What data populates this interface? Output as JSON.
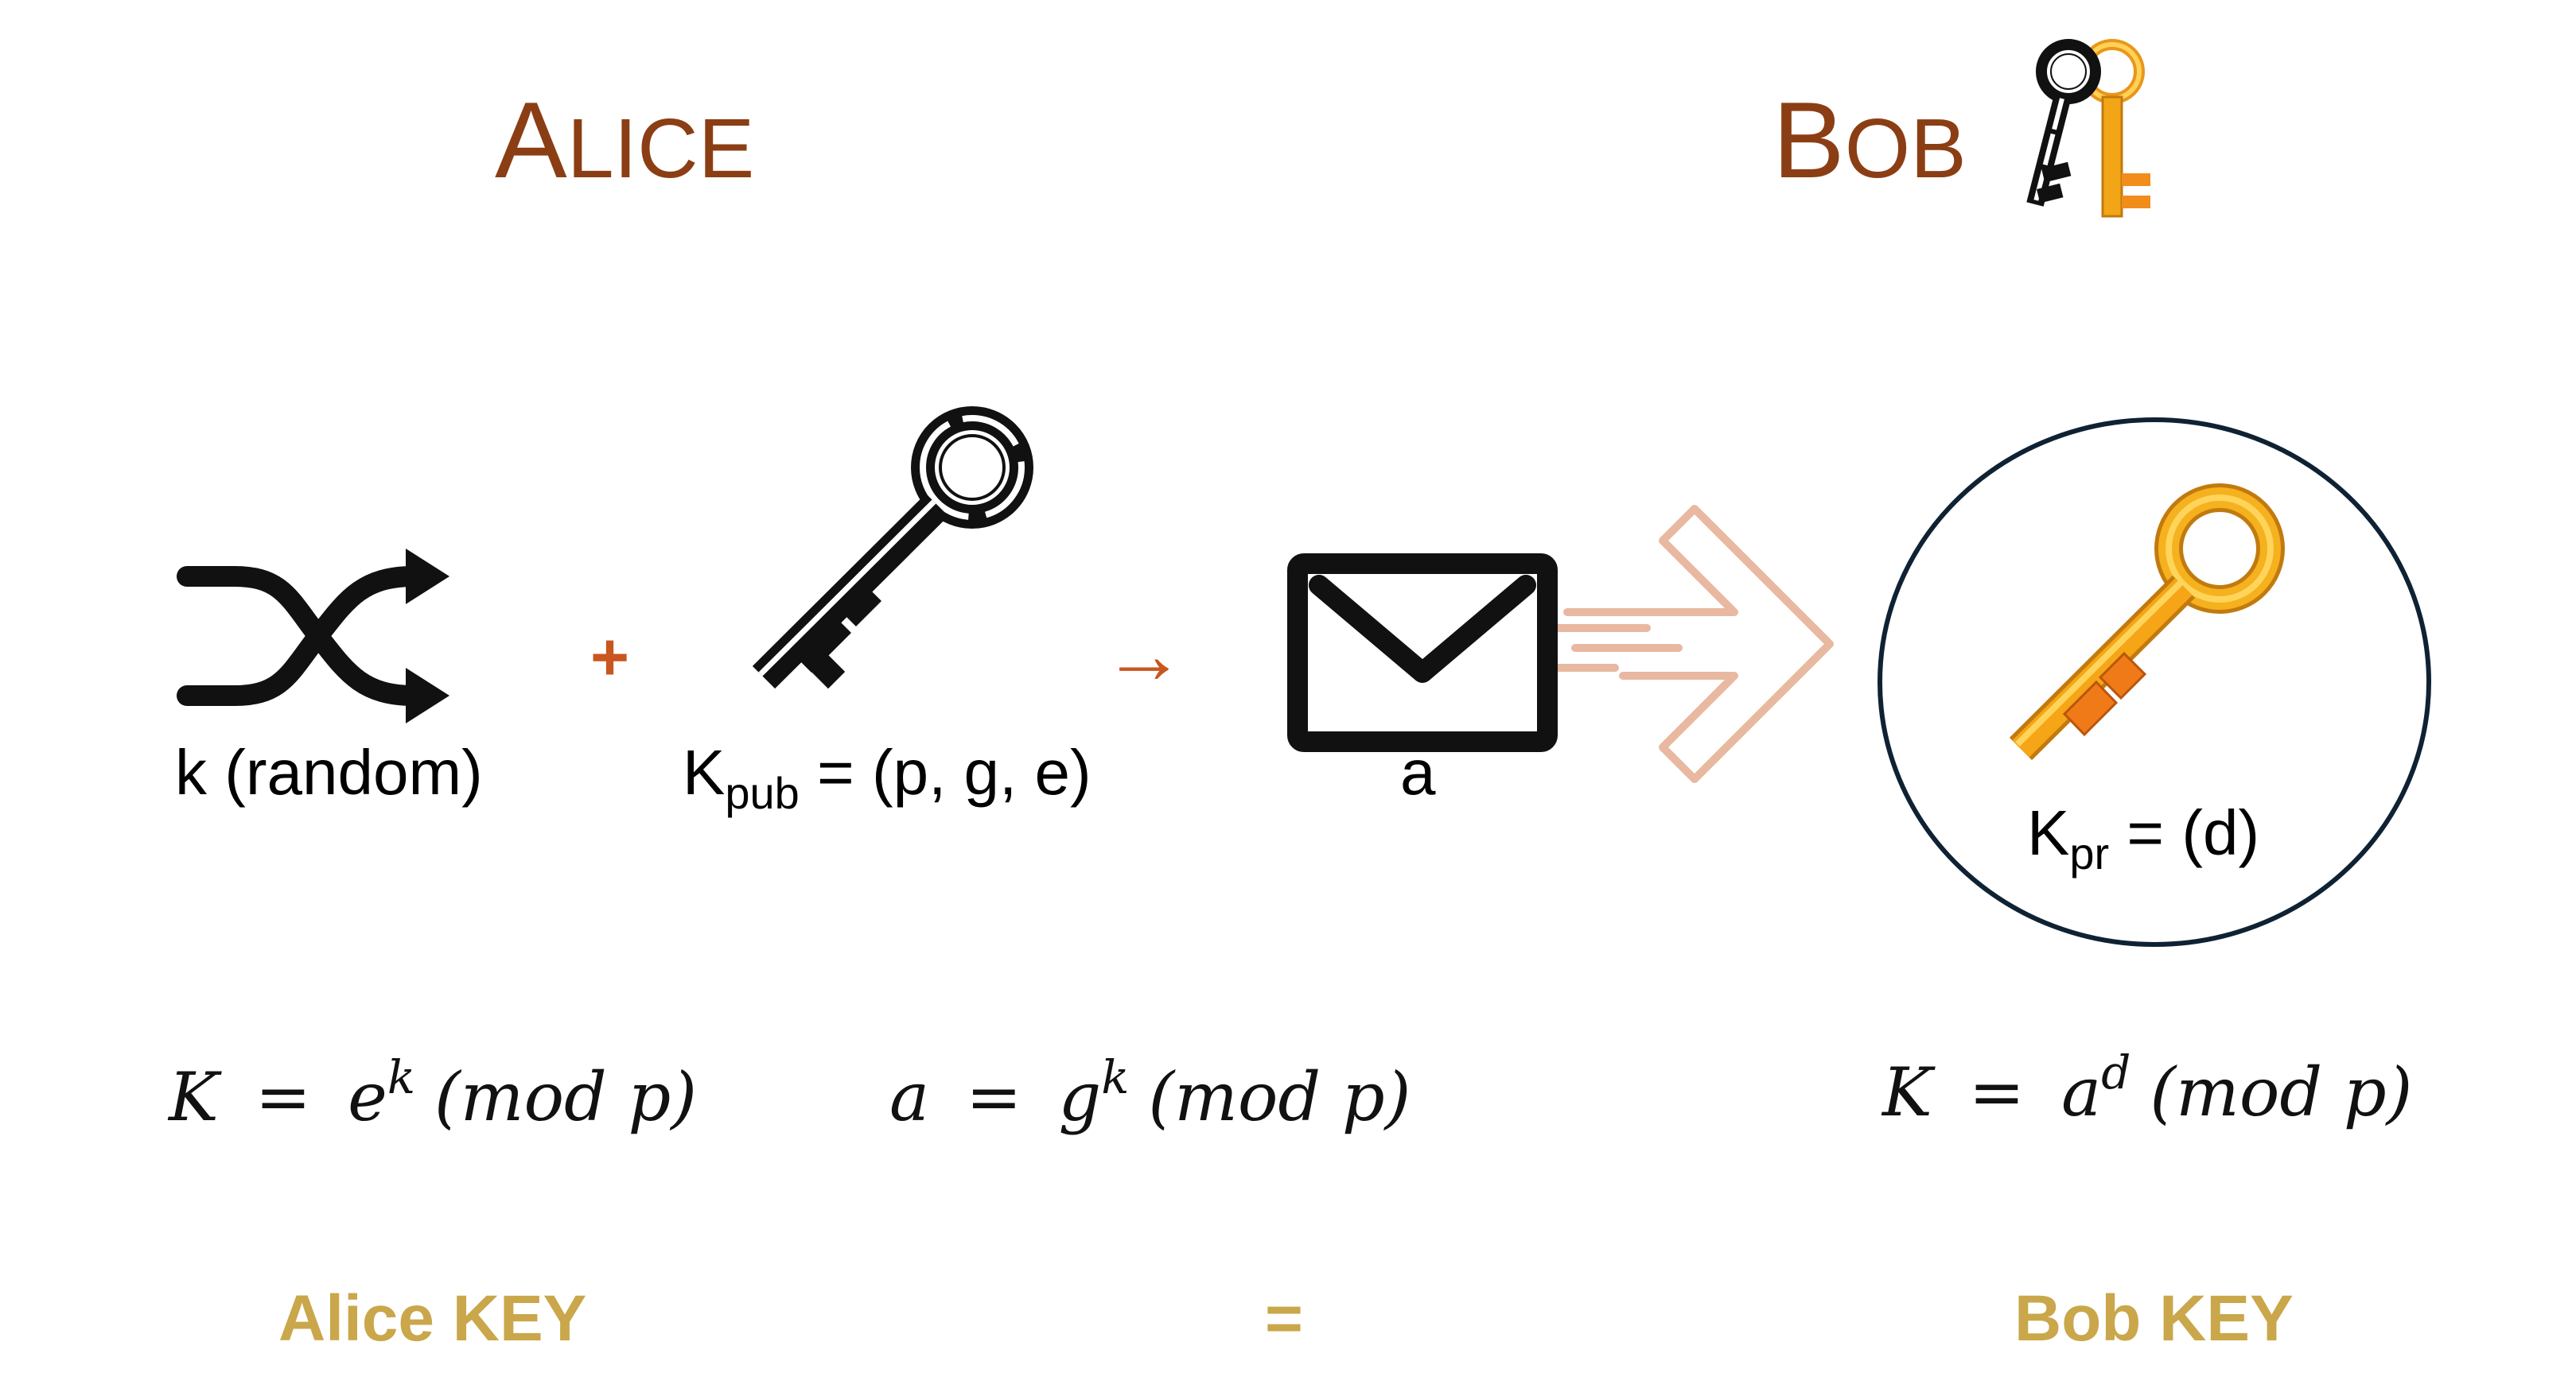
{
  "titles": {
    "alice": {
      "first": "A",
      "rest": "LICE"
    },
    "bob": {
      "first": "B",
      "rest": "OB"
    }
  },
  "labels": {
    "random": "k (random)",
    "kpub_base": "K",
    "kpub_sub": "pub",
    "kpub_rest": " = (p, g, e)",
    "message": "a",
    "kpr_base": "K",
    "kpr_sub": "pr",
    "kpr_rest": " = (d)"
  },
  "operators": {
    "plus": "+",
    "arrow": "→"
  },
  "equations": {
    "alice_key": {
      "lhs": "K",
      "eq": "=",
      "base": "e",
      "exp": "k",
      "mod": "(mod p)"
    },
    "message": {
      "lhs": "a",
      "eq": "=",
      "base": "g",
      "exp": "k",
      "mod": "(mod p)"
    },
    "bob_key": {
      "lhs": "K",
      "eq": "=",
      "base": "a",
      "exp": "d",
      "mod": "(mod p)"
    }
  },
  "bottom": {
    "alice_key": "Alice KEY",
    "equals": "=",
    "bob_key": "Bob KEY"
  },
  "icons": {
    "shuffle": "shuffle-icon",
    "public_key": "public-key-icon",
    "envelope": "envelope-icon",
    "send_arrow": "send-arrow-icon",
    "private_key": "private-key-icon",
    "key_pair": "key-pair-icon"
  },
  "colors": {
    "title": "#8B3E14",
    "operator": "#C8561E",
    "key_gold": "#F2A516",
    "bottom_text": "#C9A74A",
    "circle_border": "#0E2233",
    "send_arrow": "#E9B8A0"
  }
}
